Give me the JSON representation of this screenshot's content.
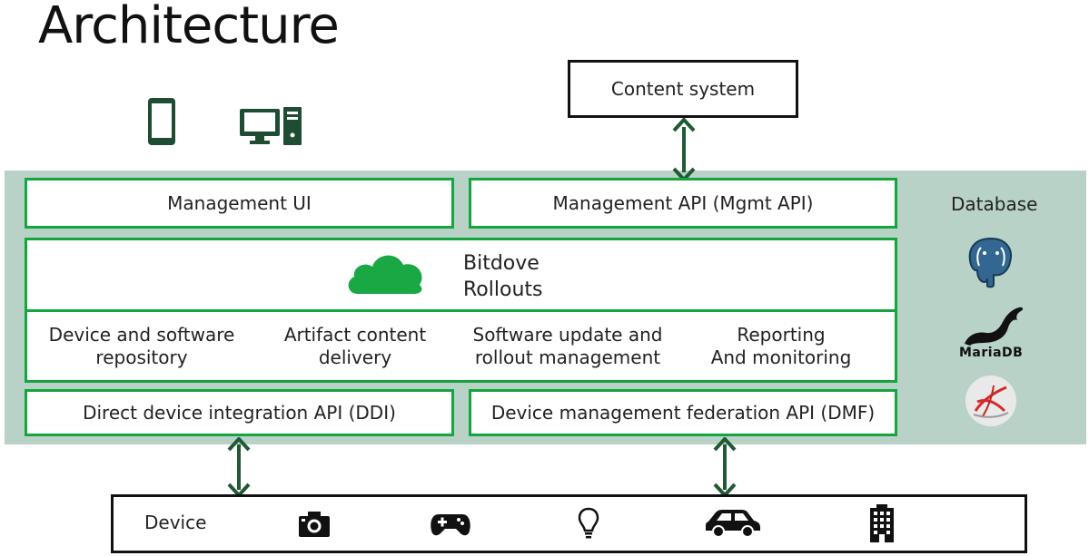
{
  "title": "Architecture",
  "content_system": "Content system",
  "management_ui": "Management UI",
  "management_api": "Management API (Mgmt API)",
  "core": {
    "line1": "Bitdove",
    "line2": "Rollouts",
    "features": [
      {
        "line1": "Device and software",
        "line2": "repository"
      },
      {
        "line1": "Artifact content",
        "line2": "delivery"
      },
      {
        "line1": "Software update and",
        "line2": "rollout management"
      },
      {
        "line1": "Reporting",
        "line2": "And monitoring"
      }
    ]
  },
  "ddi_api": "Direct device integration API (DDI)",
  "dmf_api": "Device management federation API (DMF)",
  "database": {
    "title": "Database",
    "items": [
      {
        "icon": "postgresql-logo"
      },
      {
        "icon": "mariadb-logo",
        "label": "MariaDB"
      },
      {
        "icon": "sql-server-logo"
      }
    ]
  },
  "clients": [
    {
      "icon": "smartphone-icon"
    },
    {
      "icon": "desktop-computer-icon"
    }
  ],
  "device_bar": {
    "label": "Device",
    "icons": [
      "camera-icon",
      "gamepad-icon",
      "lightbulb-icon",
      "car-icon",
      "building-icon"
    ]
  },
  "colors": {
    "accent_green": "#14a53c",
    "arrow_green": "#1f5a35",
    "band": "#b9d2c8",
    "cloud": "#1aa845"
  }
}
